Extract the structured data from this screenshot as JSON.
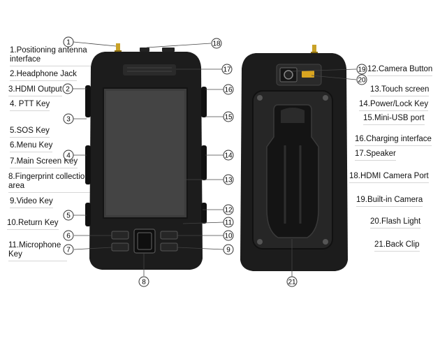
{
  "labels": {
    "l1": "1.Positioning antenna interface",
    "l2": "2.Headphone Jack",
    "l3": "3.HDMI Output",
    "l4": "4. PTT Key",
    "l5": "5.SOS Key",
    "l6": "6.Menu Key",
    "l7": "7.Main Screen Key",
    "l8": "8.Fingerprint collection area",
    "l9": "9.Video Key",
    "l10": "10.Return Key",
    "l11": "11.Microphone Key",
    "l12": "12.Camera Button",
    "l13": "13.Touch screen",
    "l14": "14.Power/Lock Key",
    "l15": "15.Mini-USB port",
    "l16": "16.Charging interface",
    "l17": "17.Speaker",
    "l18": "18.HDMI Camera Port",
    "l19": "19.Built-in Camera",
    "l20": "20.Flash Light",
    "l21": "21.Back Clip"
  },
  "callouts": [
    "1",
    "2",
    "3",
    "4",
    "5",
    "6",
    "7",
    "8",
    "9",
    "10",
    "11",
    "12",
    "13",
    "14",
    "15",
    "16",
    "17",
    "18",
    "19",
    "20",
    "21"
  ],
  "colors": {
    "body": "#1b1b1b",
    "screen": "#3c3c3c",
    "antenna": "#c9a227",
    "flash": "#d9a520",
    "line": "#333333"
  }
}
